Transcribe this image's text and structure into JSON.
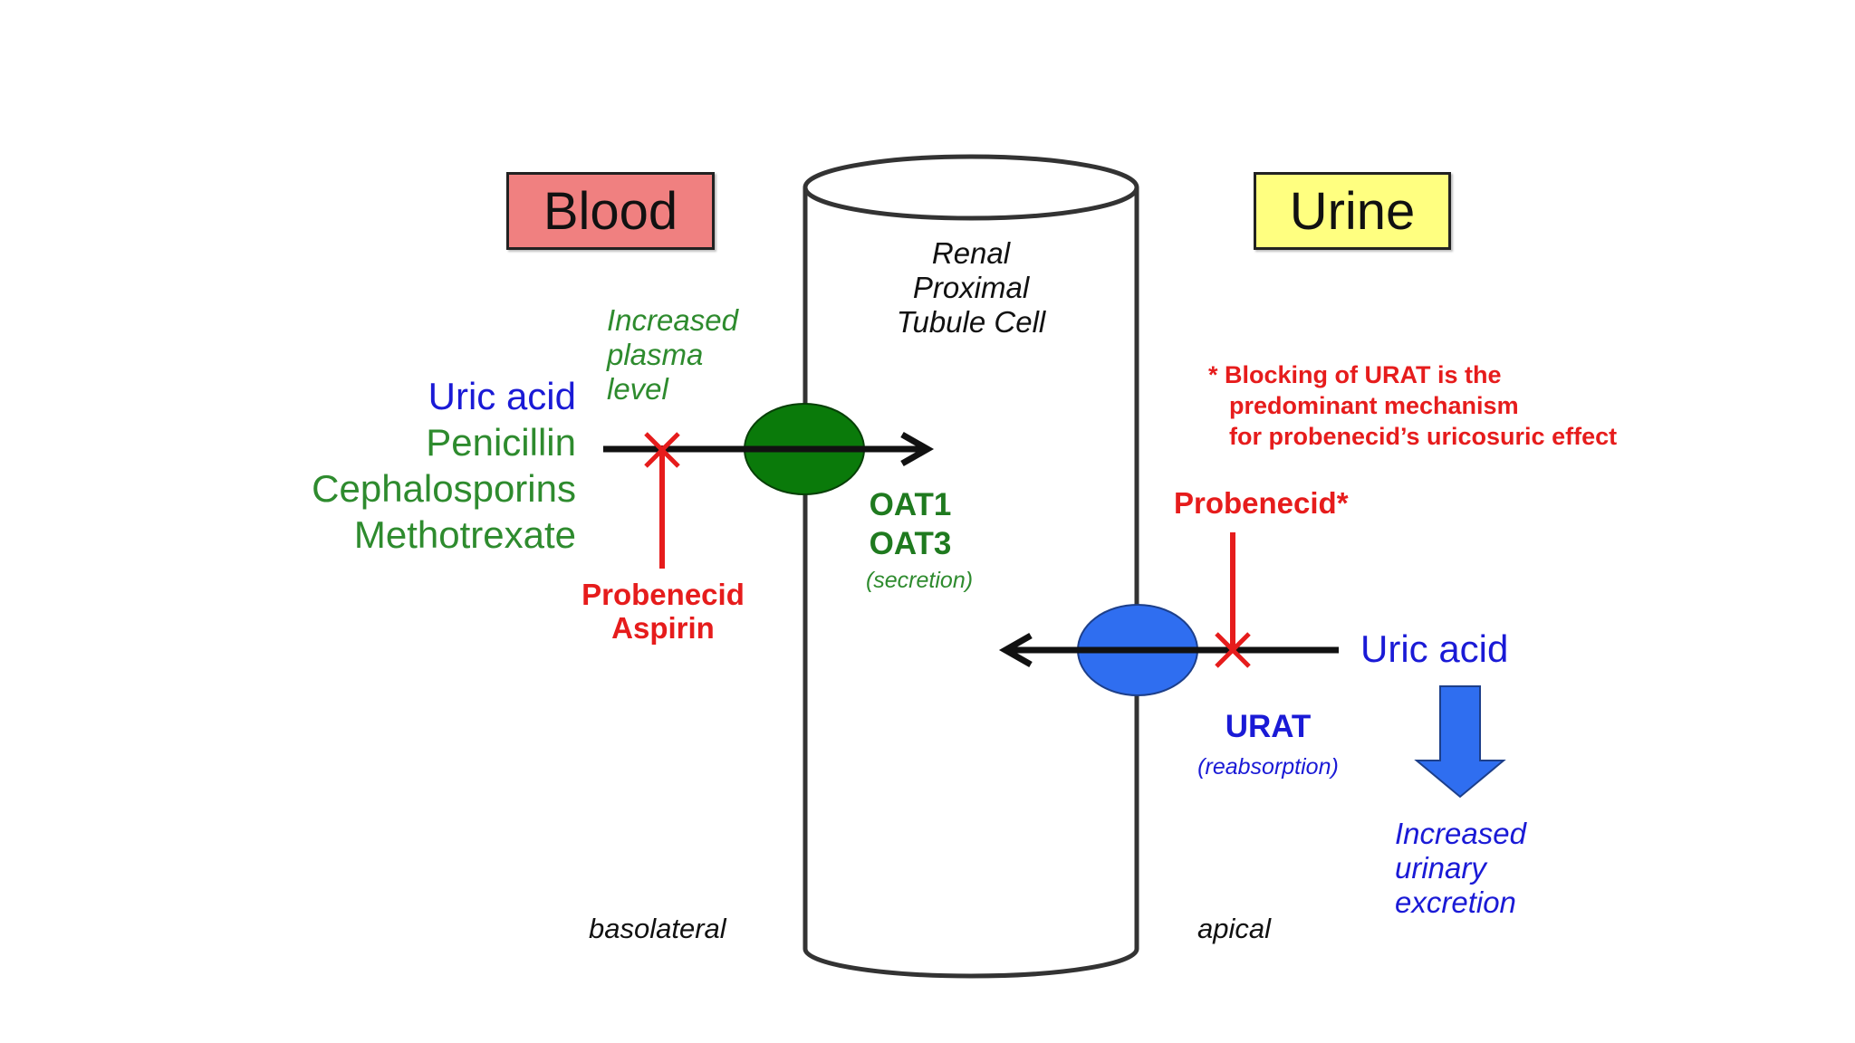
{
  "labels": {
    "blood": "Blood",
    "urine": "Urine",
    "cell_line1": "Renal",
    "cell_line2": "Proximal",
    "cell_line3": "Tubule Cell",
    "basolateral": "basolateral",
    "apical": "apical"
  },
  "left": {
    "increased_line1": "Increased",
    "increased_line2": "plasma",
    "increased_line3": "level",
    "drugs": [
      "Uric acid",
      "Penicillin",
      "Cephalosporins",
      "Methotrexate"
    ],
    "blockers": [
      "Probenecid",
      "Aspirin"
    ]
  },
  "oat": {
    "name1": "OAT1",
    "name2": "OAT3",
    "role": "(secretion)"
  },
  "right": {
    "note_line1": "* Blocking of URAT is the",
    "note_line2": "predominant mechanism",
    "note_line3": "for probenecid’s uricosuric effect",
    "blocker": "Probenecid*",
    "uric_acid": "Uric acid",
    "urat_name": "URAT",
    "urat_role": "(reabsorption)",
    "excretion_line1": "Increased",
    "excretion_line2": "urinary",
    "excretion_line3": "excretion"
  },
  "colors": {
    "blood_box": "#f08080",
    "urine_box": "#ffff80",
    "oat_transporter": "#0a7a0a",
    "urat_transporter": "#2f6ef0",
    "block_red": "#e61c1c",
    "down_arrow": "#2f6ef0"
  }
}
